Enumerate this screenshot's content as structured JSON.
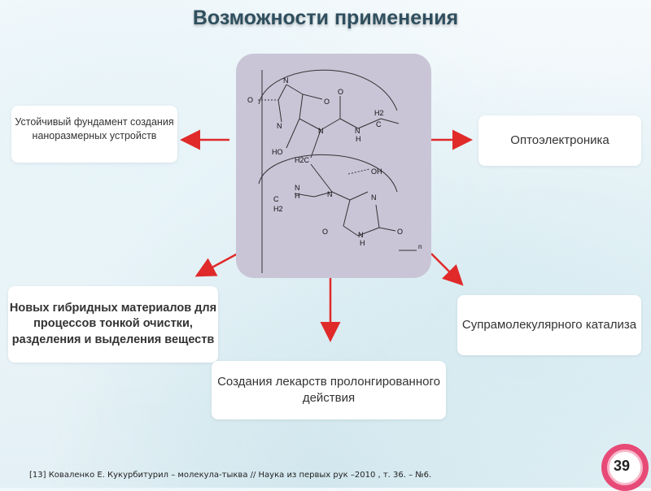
{
  "title": "Возможности применения",
  "boxes": {
    "foundation": "Устойчивый фундамент создания наноразмерных устройств",
    "optoelectronics": "Оптоэлектроника",
    "hybrid": "Новых гибридных материалов для процессов тонкой очистки, разделения и выделения веществ",
    "supramolecular": "Супрамолекулярного катализа",
    "drugs": "Создания лекарств пролонгированного действия"
  },
  "molecule": {
    "atoms": [
      "O",
      "N",
      "N",
      "O",
      "N",
      "O",
      "N",
      "H",
      "H2",
      "C",
      "HO",
      "H2C",
      "OH",
      "N",
      "H",
      "C",
      "H2",
      "N",
      "N",
      "O",
      "N",
      "H",
      "O",
      "n"
    ]
  },
  "footnote": "[13] Коваленко Е. Кукурбитурил – молекула-тыква // Наука из первых рук –2010 , т. 36. – №6.",
  "page_number": "39",
  "colors": {
    "arrow": "#e02a2a",
    "badge": "#e74a76",
    "title": "#2f4f5f"
  }
}
